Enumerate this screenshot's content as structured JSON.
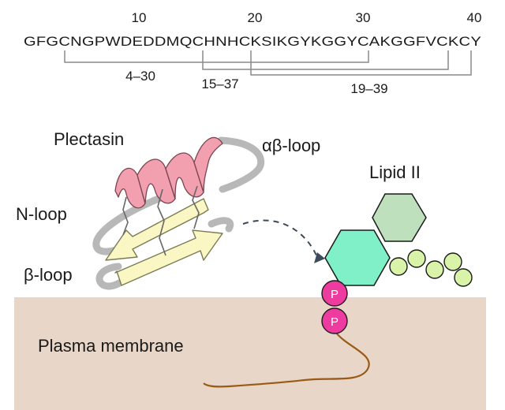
{
  "sequence": {
    "residues": "GFGCNGPWDEDDMQCHNHCKSIKGYKGGYCAKGGFVCKCY",
    "position_markers": [
      "10",
      "20",
      "30",
      "40"
    ],
    "disulfide_bonds": [
      {
        "label": "4–30",
        "from": 4,
        "to": 30
      },
      {
        "label": "15–37",
        "from": 15,
        "to": 37
      },
      {
        "label": "19–39",
        "from": 19,
        "to": 39
      }
    ]
  },
  "labels": {
    "plectasin": "Plectasin",
    "ab_loop": "αβ-loop",
    "n_loop": "N-loop",
    "b_loop": "β-loop",
    "lipid_ii": "Lipid II",
    "membrane": "Plasma membrane",
    "phosphate": "P"
  },
  "colors": {
    "membrane": "#e8d6c8",
    "helix": "#f2a0b0",
    "helix_stroke": "#7a4450",
    "strand": "#fbf7c4",
    "loop": "#b8b8b8",
    "hexagon_cyan": "#7ff0c8",
    "hexagon_green": "#bfe0bd",
    "sugar_chain": "#d9f3a9",
    "phosphate": "#ee3ba0",
    "tail": "#9a5a14",
    "bond_line": "#8a8a8a"
  }
}
